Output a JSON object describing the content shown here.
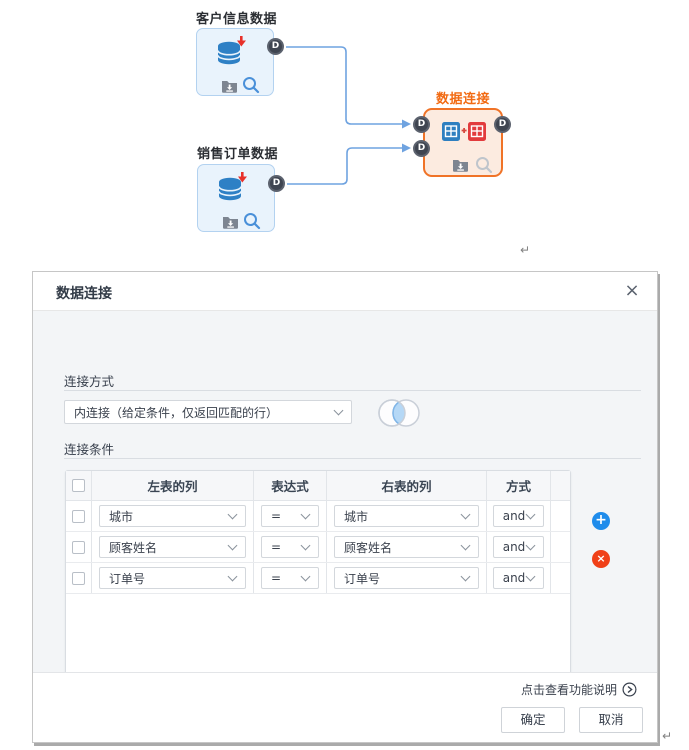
{
  "canvas": {
    "nodes": {
      "customer": {
        "label": "客户信息数据"
      },
      "sales": {
        "label": "销售订单数据"
      },
      "join": {
        "label": "数据连接"
      }
    },
    "port_label": "D",
    "return_mark": "↵"
  },
  "dialog": {
    "title": "数据连接",
    "close_label": "×",
    "join_method": {
      "section_label": "连接方式",
      "selected_option": "内连接（给定条件，仅返回匹配的行）"
    },
    "conditions": {
      "section_label": "连接条件",
      "columns": {
        "left": "左表的列",
        "expression": "表达式",
        "right": "右表的列",
        "mode": "方式"
      },
      "rows": [
        {
          "left": "城市",
          "expression": "=",
          "right": "城市",
          "mode": "and"
        },
        {
          "left": "顾客姓名",
          "expression": "=",
          "right": "顾客姓名",
          "mode": "and"
        },
        {
          "left": "订单号",
          "expression": "=",
          "right": "订单号",
          "mode": "and"
        }
      ]
    },
    "toolbar": {
      "add_label": "+",
      "remove_label": "×"
    },
    "footer": {
      "help_label": "点击查看功能说明",
      "ok_label": "确定",
      "cancel_label": "取消"
    }
  },
  "colors": {
    "accent_orange": "#f07327",
    "node_blue_border": "#b3d2f0",
    "connection_line": "#6fa3e0",
    "add_button": "#1f8ceb",
    "remove_button": "#f04018",
    "venn_intersection": "#b5d8f6"
  }
}
